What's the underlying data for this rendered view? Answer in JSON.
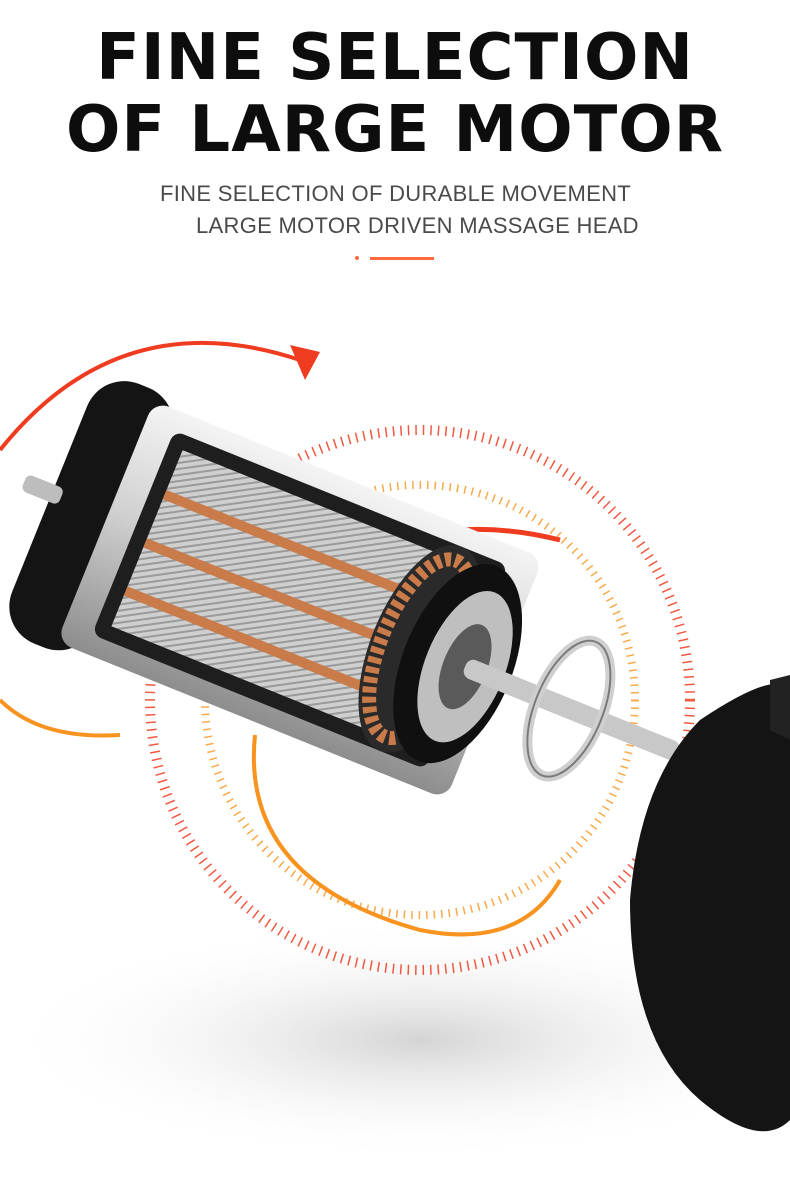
{
  "headline": {
    "line1": "FINE SELECTION",
    "line2": "OF LARGE MOTOR"
  },
  "subtitle": {
    "line1": "FINE SELECTION OF DURABLE MOVEMENT",
    "line2": "LARGE MOTOR DRIVEN MASSAGE HEAD"
  },
  "colors": {
    "accent": "#ff6a3d",
    "arrow_red": "#ef3b1f",
    "arrow_orange": "#f7931e",
    "motor_black": "#141414",
    "copper": "#c97b4a"
  },
  "illustration": {
    "subject": "motor-illustration",
    "icons": [
      "rotation-arrow-icon",
      "vibration-ring-icon"
    ]
  }
}
